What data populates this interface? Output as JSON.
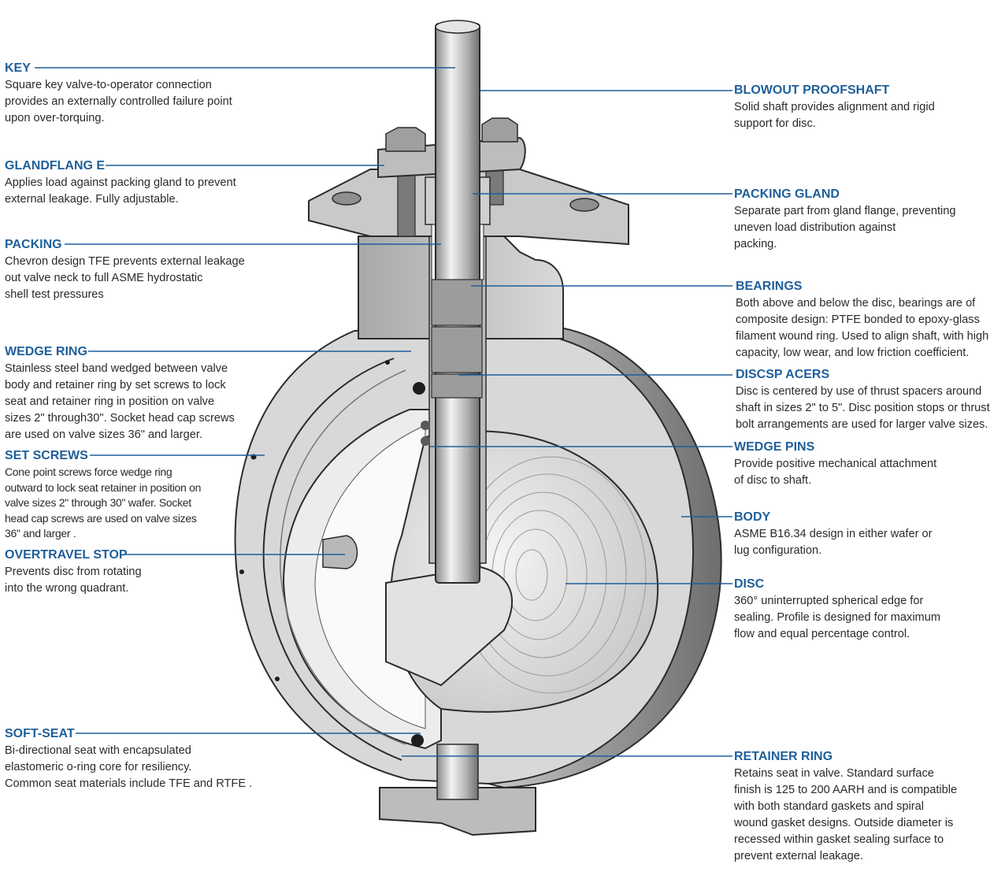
{
  "callouts_left": [
    {
      "id": "key",
      "title": "KEY",
      "lines": [
        "Square key valve-to-operator connection",
        "provides an externally controlled failure point",
        "upon over-torquing."
      ]
    },
    {
      "id": "gland-flange",
      "title": "GLANDFLANG E",
      "lines": [
        "Applies load against packing gland to prevent",
        "external leakage. Fully adjustable."
      ]
    },
    {
      "id": "packing",
      "title": "PACKING",
      "lines": [
        "Chevron design TFE prevents external leakage",
        "out valve neck to full ASME hydrostatic",
        "shell test pressures"
      ]
    },
    {
      "id": "wedge-ring",
      "title": "WEDGE RING",
      "lines": [
        "Stainless steel band wedged between valve",
        "body and retainer ring by set screws to lock",
        "seat and retainer ring in position on valve",
        "sizes 2\" through30\". Socket head cap screws",
        "are used on valve sizes 36\" and larger."
      ]
    },
    {
      "id": "set-screws",
      "title": "SET SCREWS",
      "lines": [
        "Cone point screws force wedge ring",
        "outward to lock seat retainer in position on",
        "valve sizes 2\" through 30\" wafer. Socket",
        "head cap screws are used on valve sizes",
        "36\" and larger ."
      ]
    },
    {
      "id": "overtravel-stop",
      "title": "OVERTRAVEL STOP",
      "lines": [
        "Prevents disc from rotating",
        "into the wrong quadrant."
      ]
    },
    {
      "id": "soft-seat",
      "title": "SOFT-SEAT",
      "lines": [
        "Bi-directional seat with encapsulated",
        "elastomeric o-ring core for resiliency.",
        "Common seat materials include TFE and RTFE ."
      ]
    }
  ],
  "callouts_right": [
    {
      "id": "blowout-proof-shaft",
      "title": "BLOWOUT  PROOFSHAFT",
      "lines": [
        "Solid shaft provides alignment and rigid",
        "support for disc."
      ]
    },
    {
      "id": "packing-gland",
      "title": "PACKING GLAND",
      "lines": [
        "Separate part from gland flange, preventing",
        "uneven load distribution against",
        "packing."
      ]
    },
    {
      "id": "bearings",
      "title": "BEARINGS",
      "lines": [
        "Both above and below the disc, bearings are of",
        "composite design: PTFE bonded to epoxy-glass",
        "filament wound ring. Used to align shaft, with high",
        "capacity, low wear, and low friction coefficient."
      ]
    },
    {
      "id": "disc-spacers",
      "title": "DISCSP ACERS",
      "lines": [
        "Disc is centered by use of thrust spacers around",
        "shaft in sizes 2\" to 5\". Disc position stops or thrust",
        "bolt arrangements are used for larger valve sizes."
      ]
    },
    {
      "id": "wedge-pins",
      "title": "WEDGE PINS",
      "lines": [
        "Provide positive mechanical attachment",
        "of disc to shaft."
      ]
    },
    {
      "id": "body",
      "title": "BODY",
      "lines": [
        "ASME B16.34 design in either wafer or",
        "lug configuration."
      ]
    },
    {
      "id": "disc",
      "title": "DISC",
      "lines": [
        "360°  uninterrupted spherical edge for",
        "sealing. Profile is designed for maximum",
        "flow and equal percentage control."
      ]
    },
    {
      "id": "retainer-ring",
      "title": "RETAINER RING",
      "lines": [
        "Retains seat in valve. Standard surface",
        "finish is 125 to 200 AARH and is compatible",
        "with both standard gaskets and spiral",
        "wound gasket designs. Outside diameter is",
        "recessed within gasket sealing surface to",
        "prevent external leakage."
      ]
    }
  ],
  "colors": {
    "title": "#1f5f99",
    "leader": "#1f5f99",
    "text": "#2a2a2a",
    "metal": "#d4d4d4",
    "outline": "#2b2b2b"
  }
}
